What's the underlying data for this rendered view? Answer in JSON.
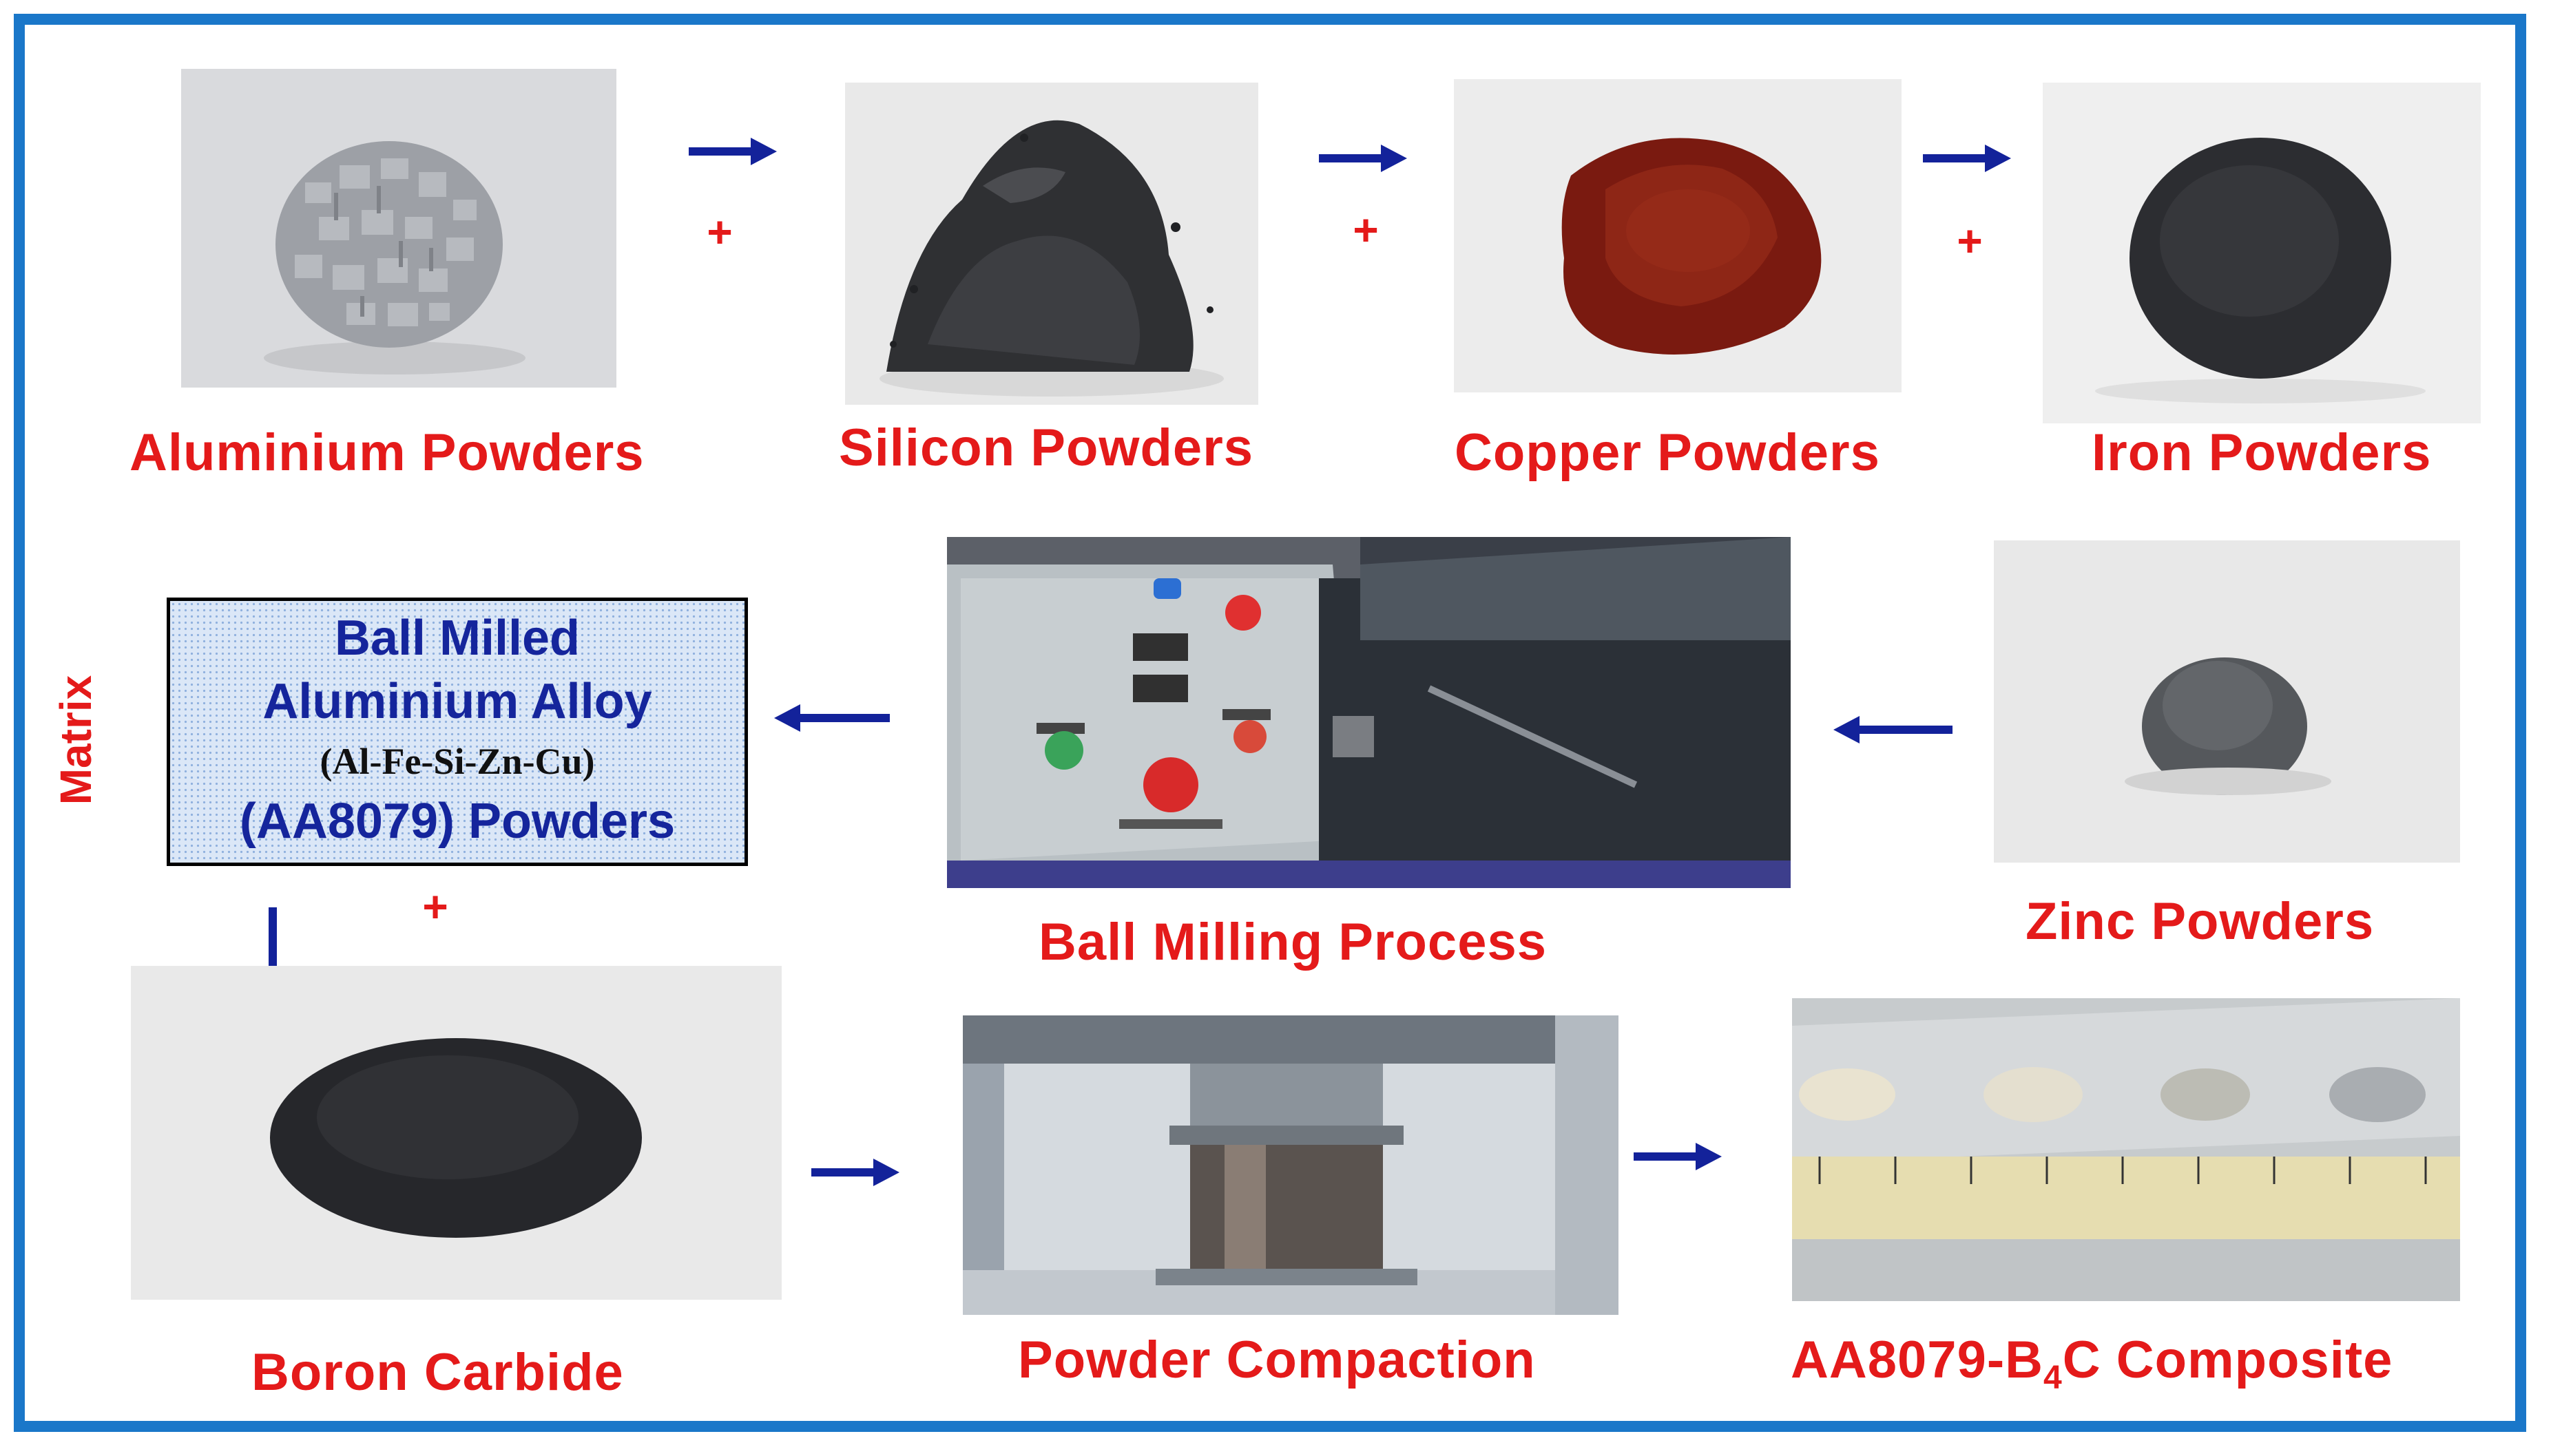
{
  "row1": {
    "aluminium": "Aluminium Powders",
    "silicon": "Silicon Powders",
    "copper": "Copper Powders",
    "iron": "Iron Powders"
  },
  "row2": {
    "ball_milling": "Ball Milling Process",
    "zinc": "Zinc Powders"
  },
  "matrix": {
    "side_label": "Matrix",
    "line1": "Ball Milled",
    "line2": "Aluminium Alloy",
    "formula": "(Al-Fe-Si-Zn-Cu)",
    "line3": "(AA8079) Powders"
  },
  "row3": {
    "boron": "Boron Carbide",
    "compaction": "Powder Compaction",
    "composite_prefix": "AA8079-B",
    "composite_sub": "4",
    "composite_suffix": "C Composite"
  },
  "plus_symbol": "+",
  "colors": {
    "frame": "#1a77c9",
    "label_red": "#e41a1a",
    "arrow_blue": "#13229a",
    "box_text": "#15259c"
  }
}
